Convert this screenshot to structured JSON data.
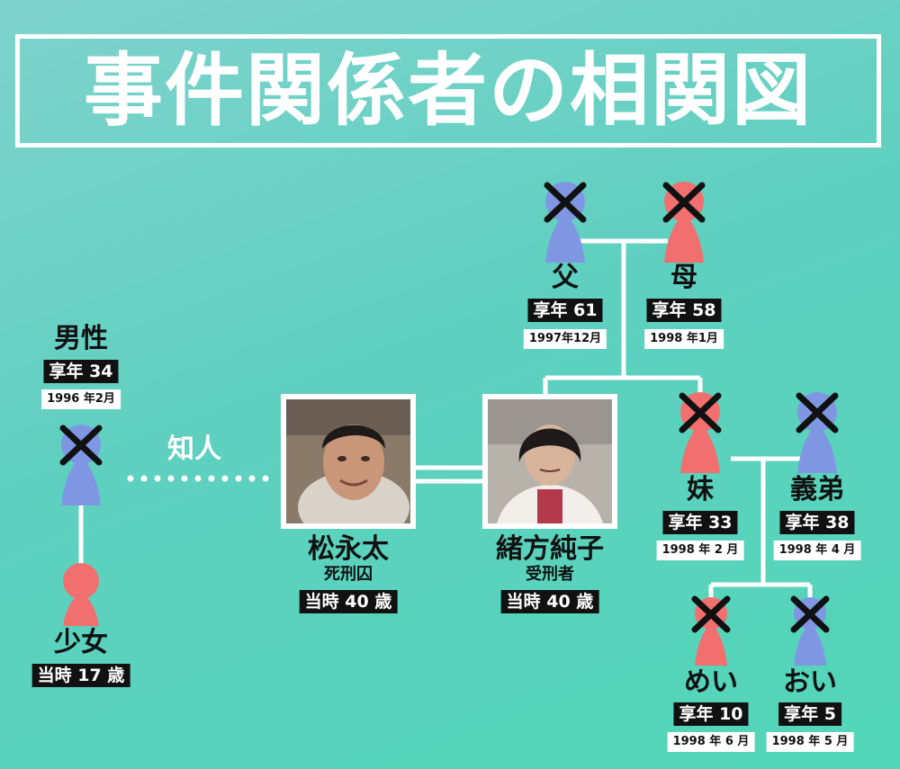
{
  "title": "事件関係者の相関図",
  "acquaintance_label": "知人",
  "colors": {
    "male": "#7f97e3",
    "female": "#f26f6f",
    "line": "#ffffff",
    "label_bg": "#111111"
  },
  "people": {
    "father": {
      "name": "父",
      "age": "享年 61",
      "date": "1997年12月"
    },
    "mother": {
      "name": "母",
      "age": "享年 58",
      "date": "1998 年1月"
    },
    "man": {
      "name": "男性",
      "age": "享年 34",
      "date": "1996 年2月"
    },
    "girl": {
      "name": "少女",
      "age": "当時 17 歳"
    },
    "matsunaga": {
      "name": "松永太",
      "role": "死刑囚",
      "age": "当時 40 歳"
    },
    "ogata": {
      "name": "緒方純子",
      "role": "受刑者",
      "age": "当時 40 歳"
    },
    "sister": {
      "name": "妹",
      "age": "享年 33",
      "date": "1998 年 2 月"
    },
    "brother_in_law": {
      "name": "義弟",
      "age": "享年 38",
      "date": "1998 年 4 月"
    },
    "niece": {
      "name": "めい",
      "age": "享年 10",
      "date": "1998 年 6 月"
    },
    "nephew": {
      "name": "おい",
      "age": "享年 5",
      "date": "1998 年 5 月"
    }
  }
}
